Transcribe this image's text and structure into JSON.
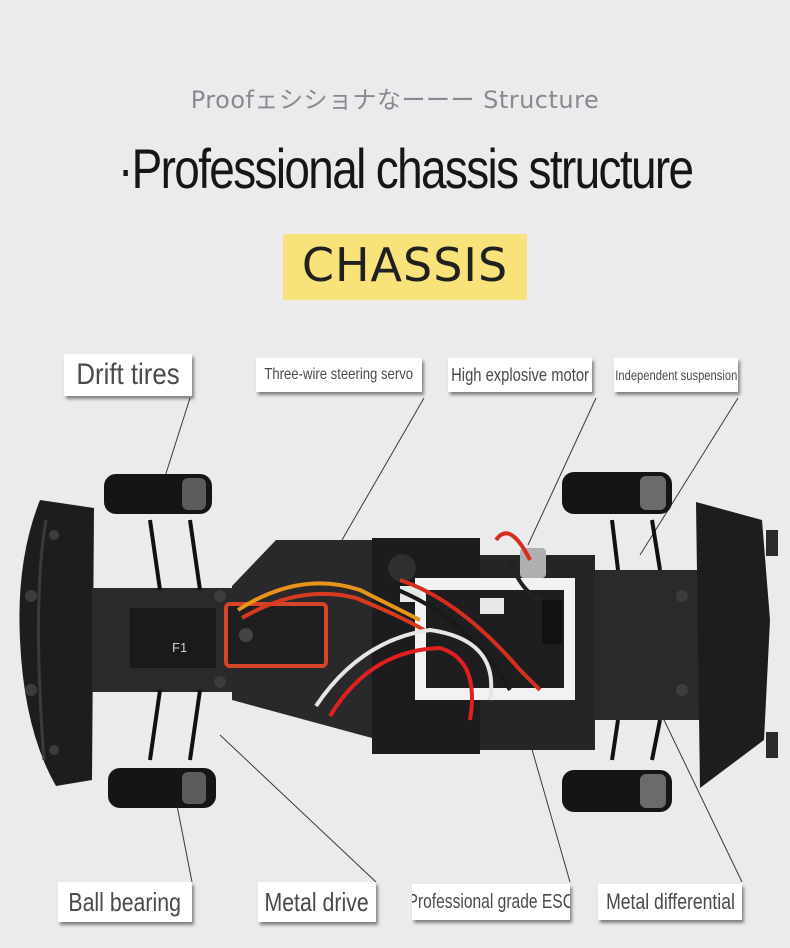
{
  "header": {
    "subtitle": "Proofェシショナなーーー Structure",
    "headline": "·Professional chassis structure",
    "badge": "CHASSIS"
  },
  "labels": {
    "drift_tires": "Drift tires",
    "steering_servo": "Three-wire steering servo",
    "motor": "High explosive motor",
    "suspension": "Independent suspension",
    "ball_bearing": "Ball bearing",
    "metal_drive": "Metal drive",
    "esc": "Professional grade ESC",
    "differential": "Metal differential"
  },
  "board": {
    "servo_mark": "F1"
  },
  "colors": {
    "background": "#ebebed",
    "badge": "#f7e37a",
    "chassis": "#222222"
  }
}
